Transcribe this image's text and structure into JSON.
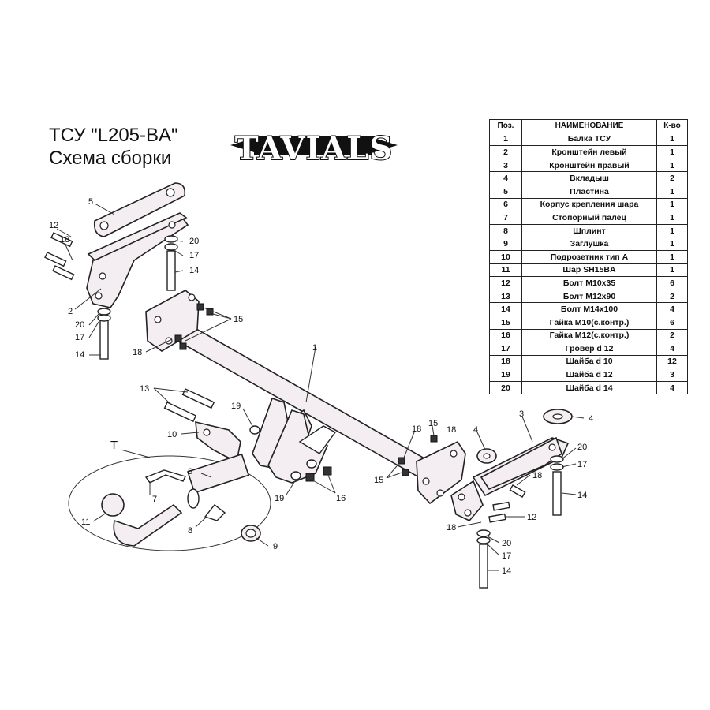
{
  "title": {
    "line1": "ТСУ  \"L205-BA\"",
    "line2": "Схема сборки"
  },
  "logo": {
    "text": "TAVIALS"
  },
  "table": {
    "headers": [
      "Поз.",
      "НАИМЕНОВАНИЕ",
      "К-во"
    ],
    "rows": [
      [
        "1",
        "Балка ТСУ",
        "1"
      ],
      [
        "2",
        "Кронштейн левый",
        "1"
      ],
      [
        "3",
        "Кронштейн правый",
        "1"
      ],
      [
        "4",
        "Вкладыш",
        "2"
      ],
      [
        "5",
        "Пластина",
        "1"
      ],
      [
        "6",
        "Корпус крепления шара",
        "1"
      ],
      [
        "7",
        "Стопорный палец",
        "1"
      ],
      [
        "8",
        "Шплинт",
        "1"
      ],
      [
        "9",
        "Заглушка",
        "1"
      ],
      [
        "10",
        "Подрозетник тип А",
        "1"
      ],
      [
        "11",
        "Шар SH15BA",
        "1"
      ],
      [
        "12",
        "Болт М10х35",
        "6"
      ],
      [
        "13",
        "Болт М12х90",
        "2"
      ],
      [
        "14",
        "Болт М14х100",
        "4"
      ],
      [
        "15",
        "Гайка М10(с.контр.)",
        "6"
      ],
      [
        "16",
        "Гайка М12(с.контр.)",
        "2"
      ],
      [
        "17",
        "Гровер d 12",
        "4"
      ],
      [
        "18",
        "Шайба d 10",
        "12"
      ],
      [
        "19",
        "Шайба d 12",
        "3"
      ],
      [
        "20",
        "Шайба d 14",
        "4"
      ]
    ]
  },
  "callouts": {
    "c1": "1",
    "c2": "2",
    "c3": "3",
    "c4a": "4",
    "c4b": "4",
    "c5": "5",
    "c6": "6",
    "c7": "7",
    "c8": "8",
    "c9": "9",
    "c10": "10",
    "c11": "11",
    "c12a": "12",
    "c12b": "12",
    "c13": "13",
    "c14a": "14",
    "c14b": "14",
    "c14c": "14",
    "c14d": "14",
    "c15a": "15",
    "c15b": "15",
    "c15c": "15",
    "c16": "16",
    "c17a": "17",
    "c17b": "17",
    "c17c": "17",
    "c17d": "17",
    "c18a": "18",
    "c18b": "18",
    "c18c": "18",
    "c18d": "18",
    "c18e": "18",
    "c18f": "18",
    "c19a": "19",
    "c19b": "19",
    "c20a": "20",
    "c20b": "20",
    "c20c": "20",
    "c20d": "20",
    "cT": "T"
  }
}
